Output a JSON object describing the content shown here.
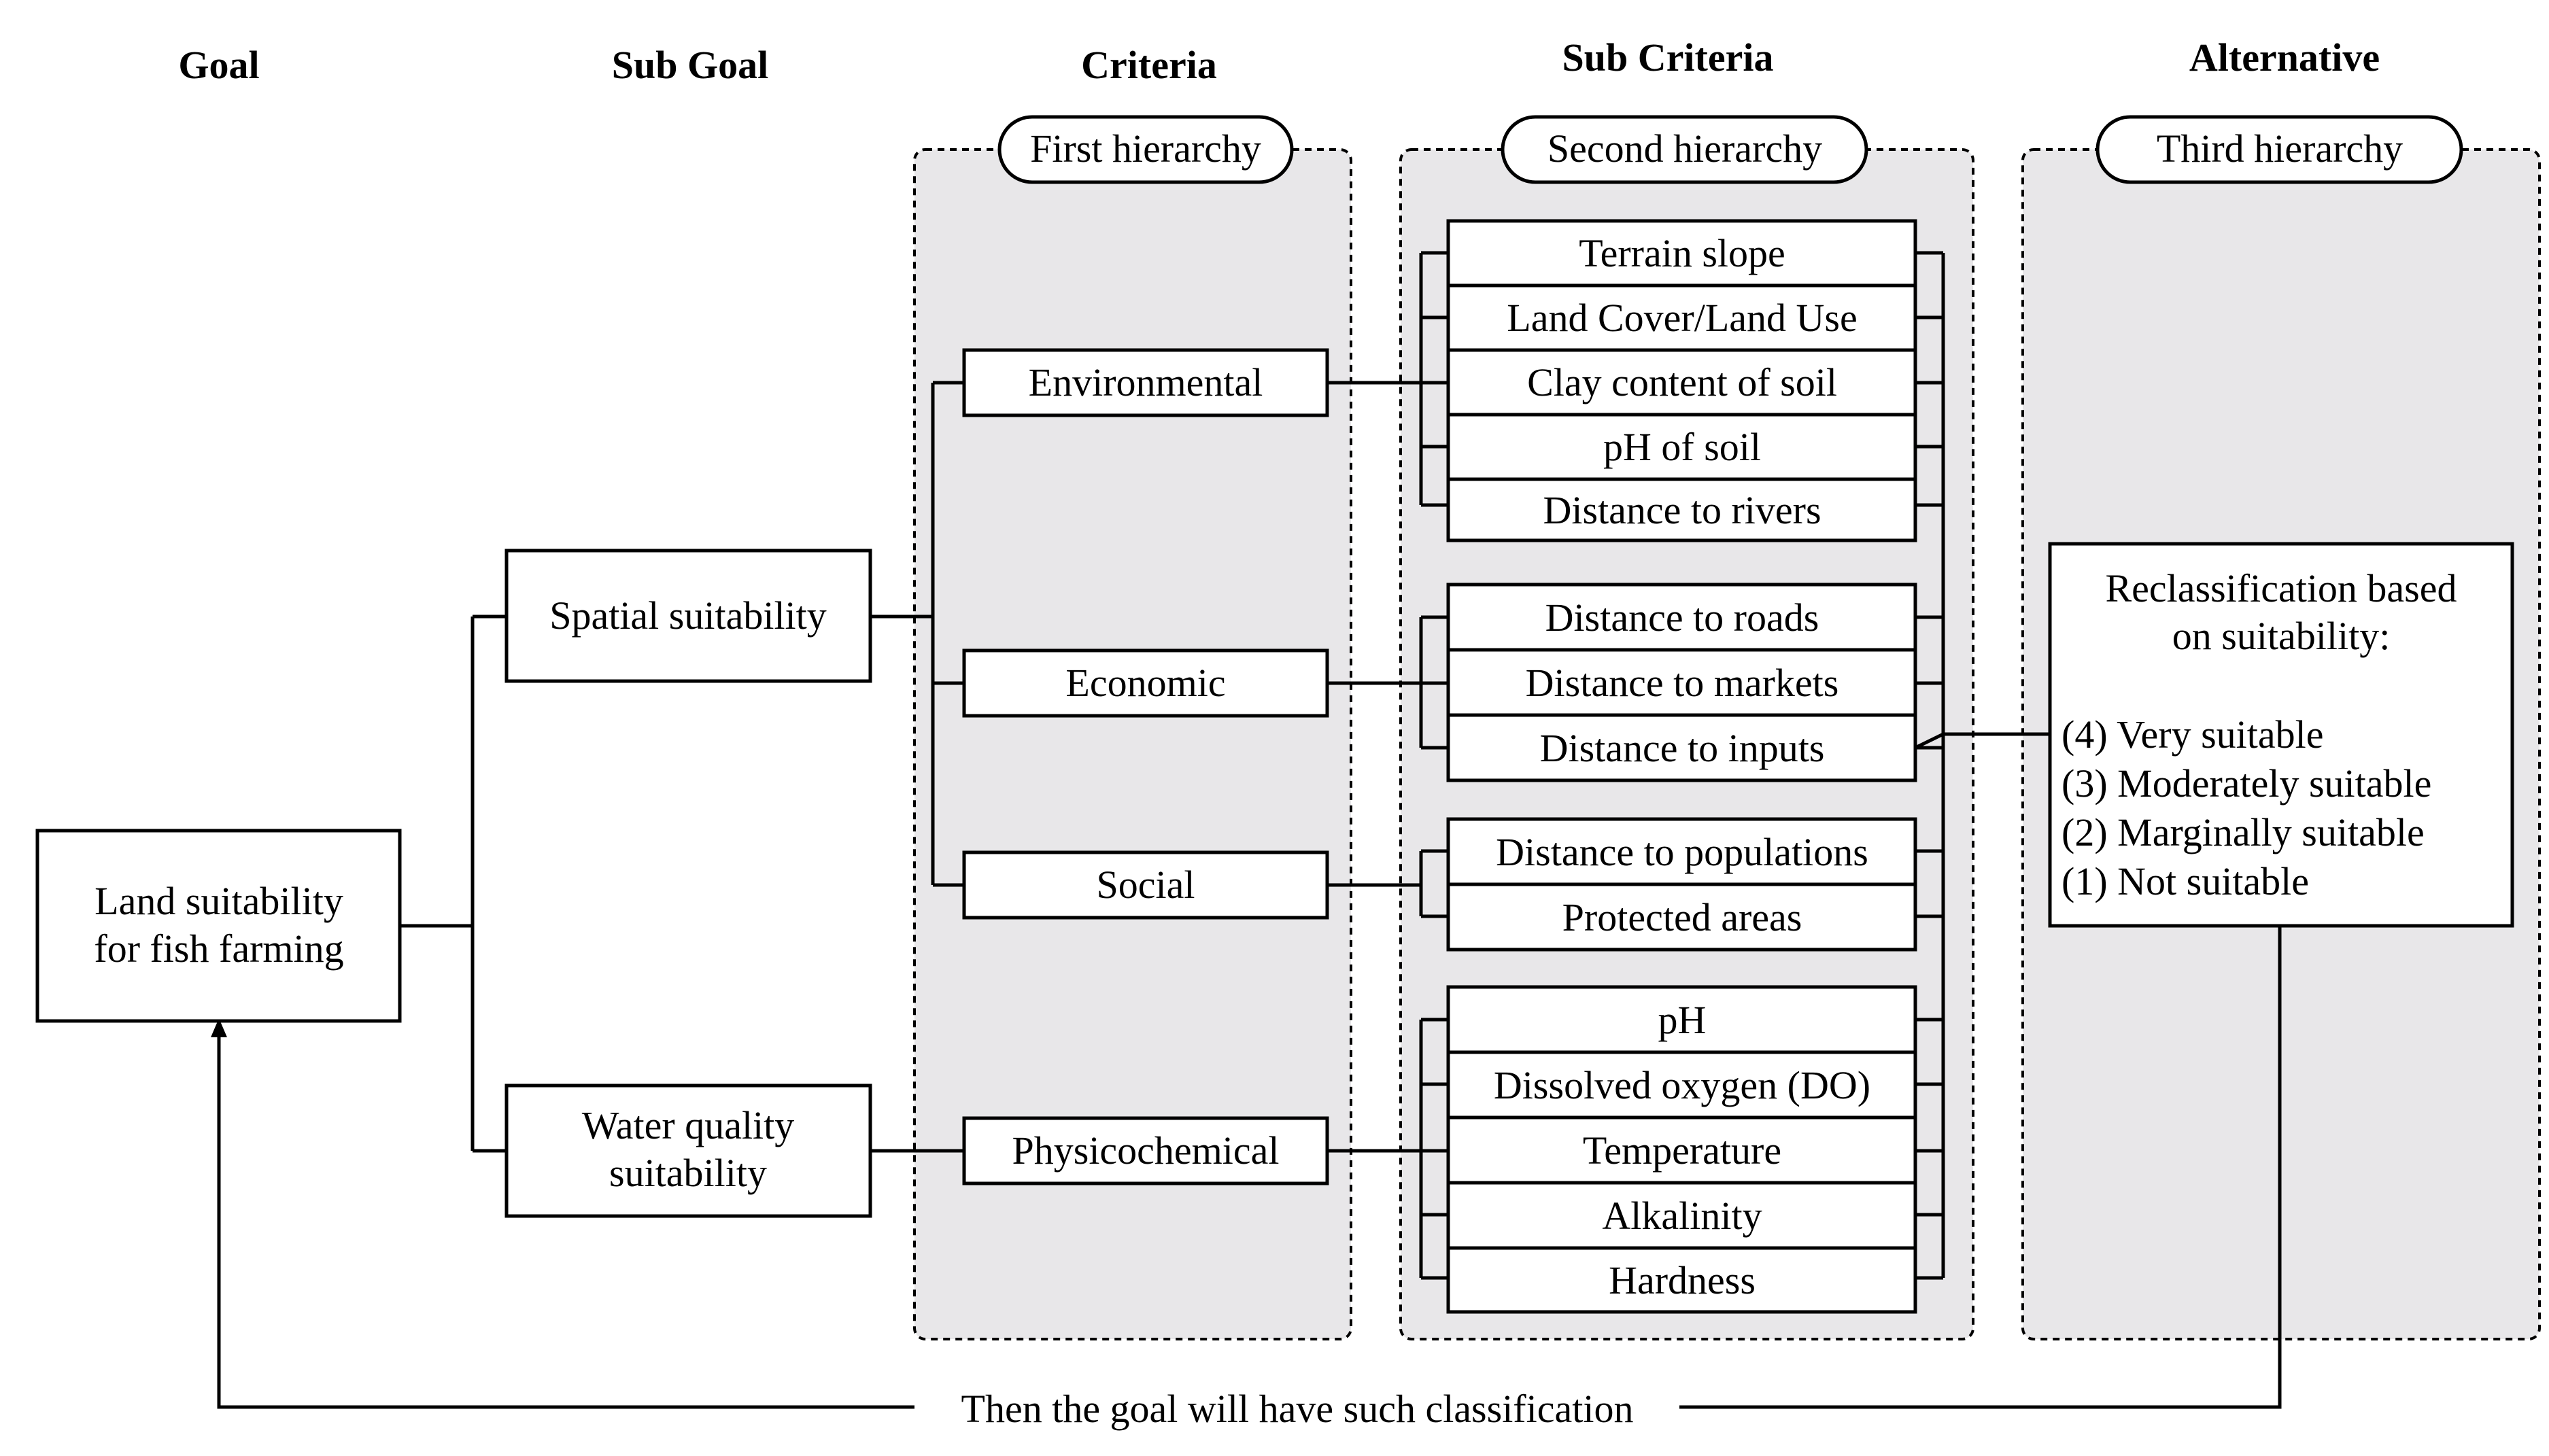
{
  "headers": {
    "goal": "Goal",
    "sub_goal": "Sub Goal",
    "criteria": "Criteria",
    "sub_criteria": "Sub Criteria",
    "alternative": "Alternative"
  },
  "hierarchies": {
    "first": "First hierarchy",
    "second": "Second hierarchy",
    "third": "Third hierarchy"
  },
  "goal": {
    "line1": "Land suitability",
    "line2": "for fish farming"
  },
  "sub_goals": {
    "spatial": "Spatial suitability",
    "water_line1": "Water quality",
    "water_line2": "suitability"
  },
  "criteria": {
    "environmental": "Environmental",
    "economic": "Economic",
    "social": "Social",
    "physicochemical": "Physicochemical"
  },
  "sub_criteria": {
    "environmental": [
      "Terrain slope",
      "Land Cover/Land Use",
      "Clay content of soil",
      "pH of soil",
      "Distance to rivers"
    ],
    "economic": [
      "Distance to roads",
      "Distance to markets",
      "Distance to inputs"
    ],
    "social": [
      "Distance to populations",
      "Protected areas"
    ],
    "physicochemical": [
      "pH",
      "Dissolved oxygen (DO)",
      "Temperature",
      "Alkalinity",
      "Hardness"
    ]
  },
  "alternative": {
    "title_line1": "Reclassification based",
    "title_line2": "on suitability:",
    "classes": [
      "(4) Very suitable",
      "(3) Moderately suitable",
      "(2) Marginally suitable",
      "(1) Not suitable"
    ]
  },
  "feedback": "Then the goal will have such classification",
  "colors": {
    "panel_fill": "#e8e7e9",
    "stroke": "#000000",
    "box_fill": "#ffffff"
  }
}
